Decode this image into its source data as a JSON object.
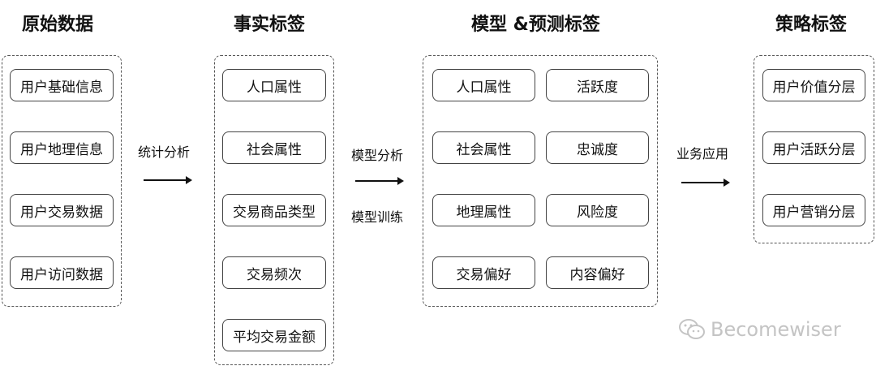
{
  "titles": {
    "raw_data": "原始数据",
    "fact_tags": "事实标签",
    "model_tags": "模型 &预测标签",
    "strategy_tags": "策略标签"
  },
  "raw_data": [
    "用户基础信息",
    "用户地理信息",
    "用户交易数据",
    "用户访问数据"
  ],
  "fact_tags": [
    "人口属性",
    "社会属性",
    "交易商品类型",
    "交易频次",
    "平均交易金额"
  ],
  "model_tags": {
    "left": [
      "人口属性",
      "社会属性",
      "地理属性",
      "交易偏好"
    ],
    "right": [
      "活跃度",
      "忠诚度",
      "风险度",
      "内容偏好"
    ]
  },
  "strategy_tags": [
    "用户价值分层",
    "用户活跃分层",
    "用户营销分层"
  ],
  "arrows": {
    "stat_analysis": "统计分析",
    "model_analysis": "模型分析",
    "model_training": "模型训练",
    "business_app": "业务应用"
  },
  "watermark": "Becomewiser"
}
